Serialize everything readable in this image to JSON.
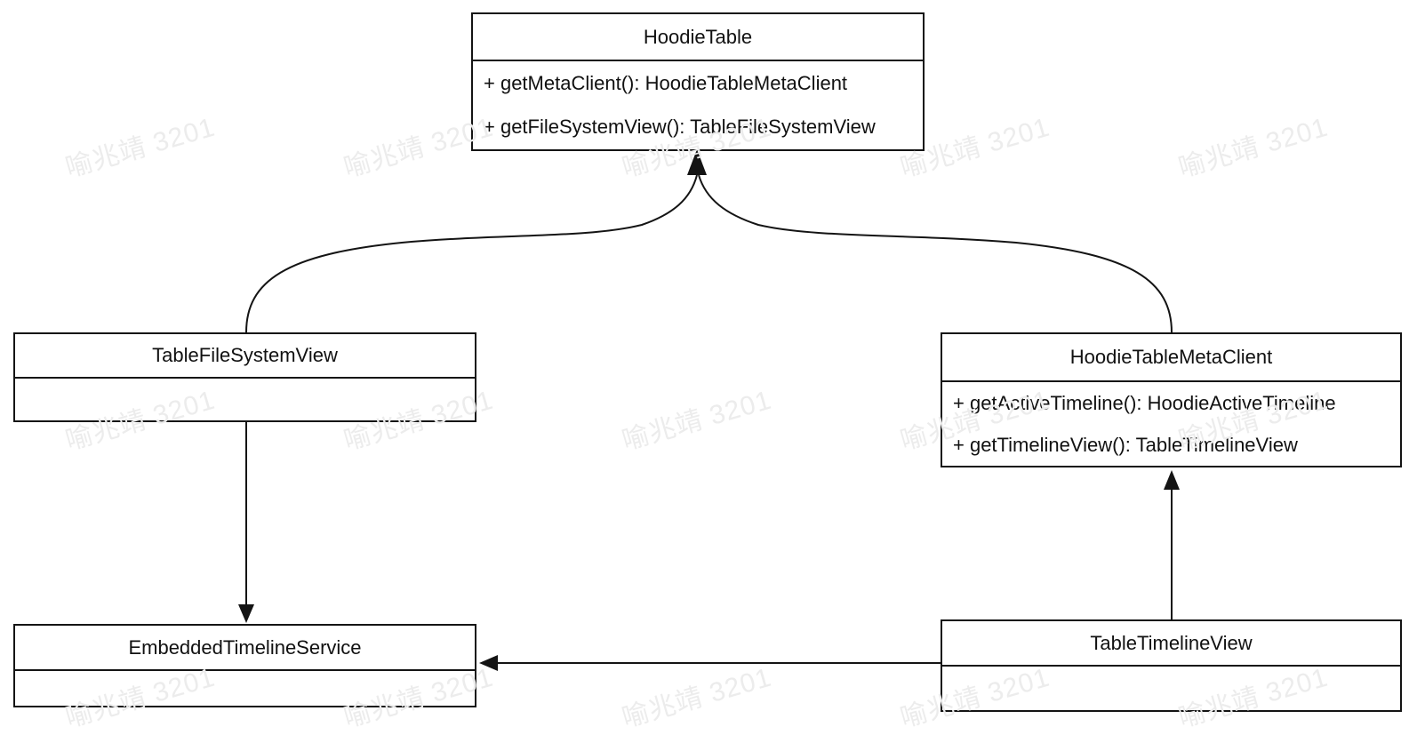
{
  "watermark": {
    "text": "喻兆靖 3201",
    "color": "#ececec"
  },
  "diagram": {
    "line_color": "#141414",
    "box_fill": "#ffffff",
    "classes": [
      {
        "name": "HoodieTable",
        "methods": [
          "+ getMetaClient(): HoodieTableMetaClient",
          "+ getFileSystemView(): TableFileSystemView"
        ]
      },
      {
        "name": "TableFileSystemView",
        "methods": []
      },
      {
        "name": "HoodieTableMetaClient",
        "methods": [
          "+ getActiveTimeline(): HoodieActiveTimeline",
          "+ getTimelineView(): TableTimelineView"
        ]
      },
      {
        "name": "EmbeddedTimelineService",
        "methods": []
      },
      {
        "name": "TableTimelineView",
        "methods": []
      }
    ],
    "relations": [
      {
        "from": "TableFileSystemView",
        "to": "HoodieTable",
        "style": "curved solid arrow"
      },
      {
        "from": "HoodieTableMetaClient",
        "to": "HoodieTable",
        "style": "curved solid arrow"
      },
      {
        "from": "TableFileSystemView",
        "to": "EmbeddedTimelineService",
        "style": "straight solid arrow"
      },
      {
        "from": "TableTimelineView",
        "to": "HoodieTableMetaClient",
        "style": "straight solid arrow"
      },
      {
        "from": "TableTimelineView",
        "to": "EmbeddedTimelineService",
        "style": "straight solid arrow"
      }
    ]
  }
}
